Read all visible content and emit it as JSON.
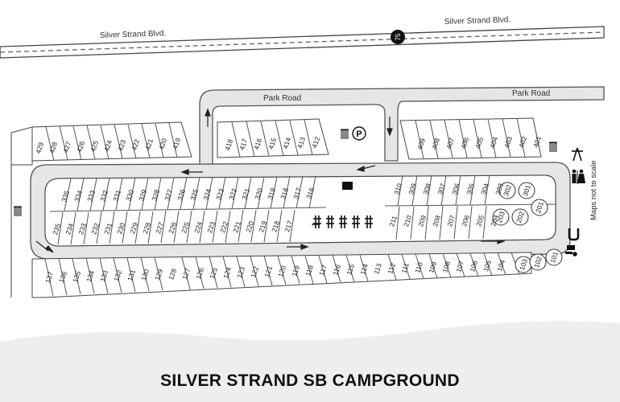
{
  "title": "SILVER STRAND SB CAMPGROUND",
  "roads": {
    "boulevard_left": "Silver  Strand  Blvd.",
    "boulevard_right": "Silver  Strand  Blvd.",
    "route_number": "75",
    "park_road_left": "Park  Road",
    "park_road_right": "Park  Road"
  },
  "note": "Maps not to scale",
  "parking_symbol": "P",
  "site_groups": {
    "north_outer_left": [
      "429",
      "428",
      "427",
      "426",
      "425",
      "424",
      "423",
      "422",
      "421",
      "420",
      "419"
    ],
    "north_outer_right": [
      "418",
      "417",
      "416",
      "415",
      "414",
      "413",
      "412"
    ],
    "north_outer_east": [
      "409",
      "408",
      "407",
      "406",
      "405",
      "404",
      "403",
      "402",
      "401"
    ],
    "inner_top_left": [
      "335",
      "334",
      "333",
      "332",
      "331",
      "330",
      "329",
      "328",
      "327",
      "326",
      "325",
      "324",
      "323",
      "322",
      "321",
      "320",
      "319",
      "318",
      "317",
      "316"
    ],
    "inner_top_right": [
      "310",
      "309",
      "308",
      "307",
      "306",
      "305",
      "304",
      "303"
    ],
    "inner_bottom_left": [
      "235",
      "234",
      "233",
      "232",
      "231",
      "230",
      "229",
      "228",
      "227",
      "226",
      "225",
      "224",
      "223",
      "222",
      "221",
      "220",
      "219",
      "218",
      "217"
    ],
    "inner_bottom_right": [
      "211",
      "210",
      "209",
      "208",
      "207",
      "206",
      "205",
      "204"
    ],
    "inner_circles": [
      "302",
      "301",
      "203",
      "202",
      "201"
    ],
    "south_outer": [
      "137",
      "136",
      "135",
      "134",
      "133",
      "132",
      "131",
      "130",
      "129",
      "128",
      "127",
      "126",
      "125",
      "124",
      "123",
      "122",
      "121",
      "120",
      "119",
      "118",
      "117",
      "116",
      "115",
      "114",
      "113",
      "112",
      "111",
      "110",
      "109",
      "108",
      "107",
      "106",
      "105",
      "104"
    ],
    "south_circles": [
      "103",
      "102",
      "101"
    ]
  },
  "colors": {
    "road_fill": "#e6e6e6",
    "road_edge": "#555555",
    "line": "#333333",
    "water_bottom": "#e4e4e4"
  },
  "icons": [
    "restroom-icon",
    "parking-icon",
    "picnic-table-icon",
    "trash-icon",
    "shower-icon",
    "campfire-icon",
    "dump-station-icon"
  ]
}
